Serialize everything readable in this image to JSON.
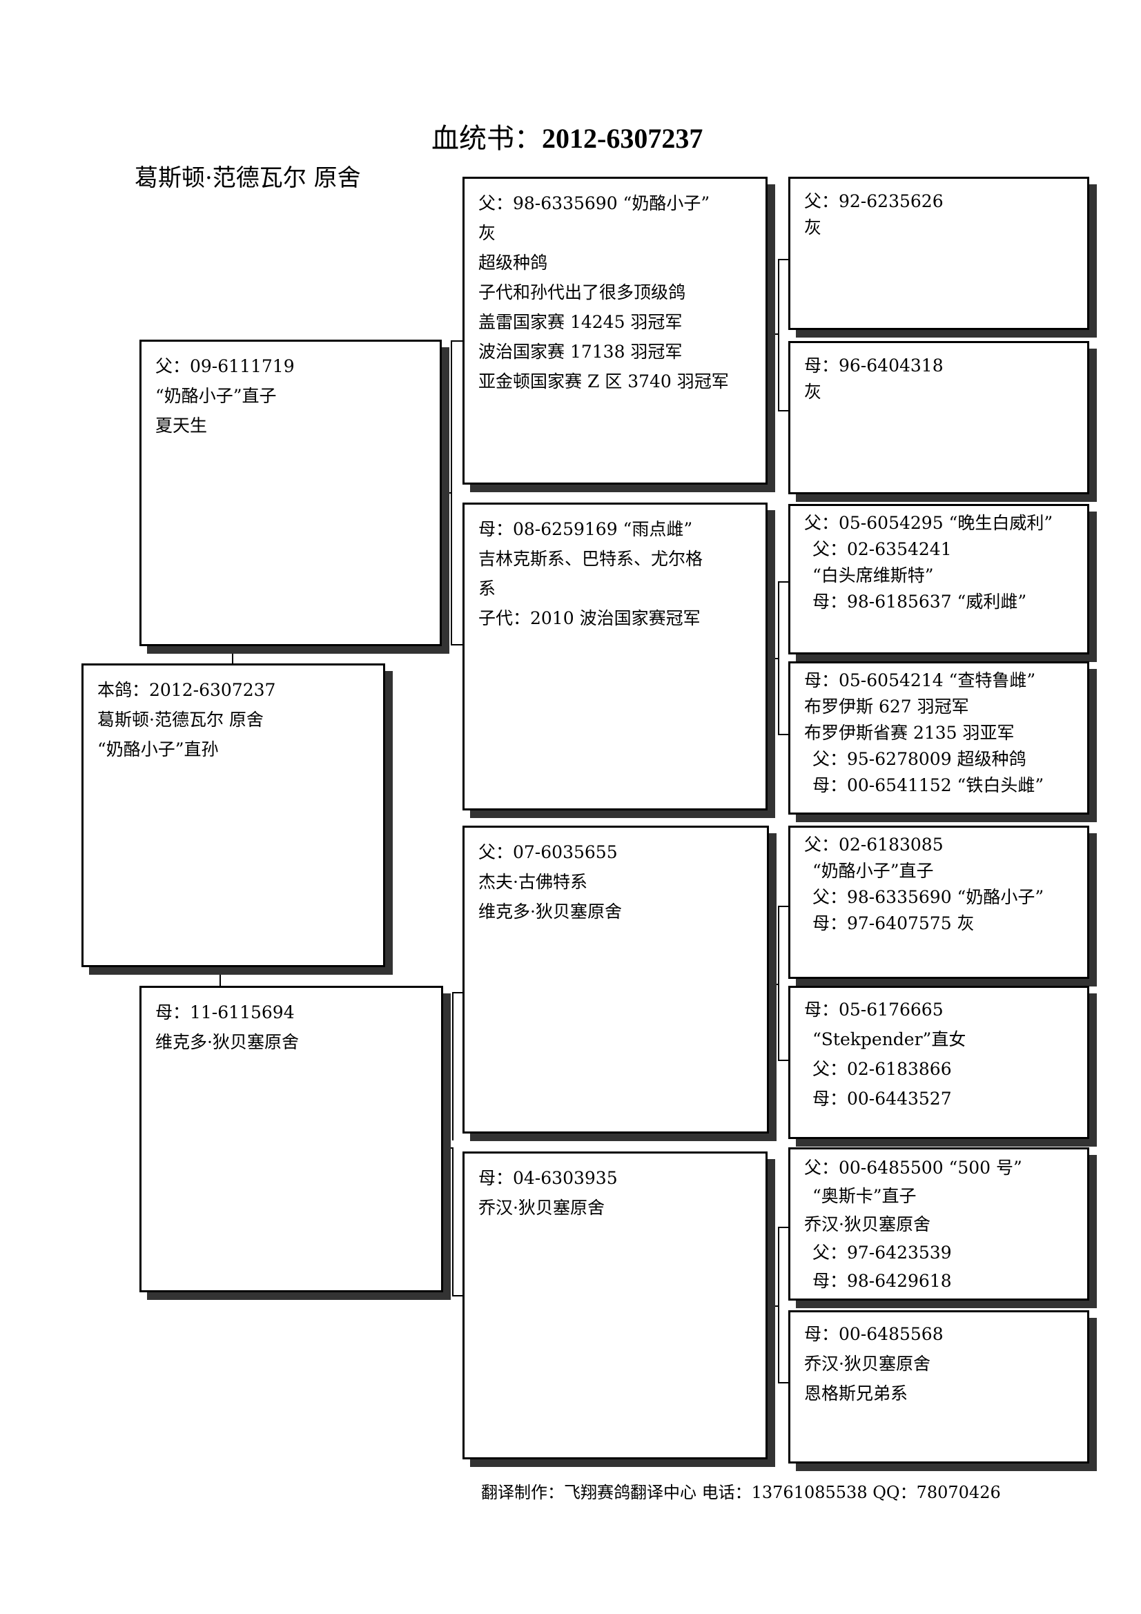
{
  "header": {
    "title_prefix": "血统书：",
    "title_number": "2012-6307237",
    "loft_name": "葛斯顿·范德瓦尔 原舍"
  },
  "subject": {
    "lines": [
      "本鸽：2012-6307237",
      "葛斯顿·范德瓦尔  原舍",
      "“奶酪小子”直孙"
    ]
  },
  "sire": {
    "lines": [
      "父：09-6111719",
      "“奶酪小子”直子",
      "夏天生"
    ]
  },
  "dam": {
    "lines": [
      "母：11-6115694",
      "维克多·狄贝塞原舍"
    ]
  },
  "sire_sire": {
    "lines": [
      "父：98-6335690    “奶酪小子”",
      "灰",
      "超级种鸽",
      "子代和孙代出了很多顶级鸽",
      "盖雷国家赛 14245 羽冠军",
      "波治国家赛 17138 羽冠军",
      "亚金顿国家赛 Z 区 3740 羽冠军"
    ]
  },
  "sire_dam": {
    "lines": [
      "母：08-6259169    “雨点雌”",
      "吉林克斯系、巴特系、尤尔格",
      "系",
      "子代：2010 波治国家赛冠军"
    ]
  },
  "dam_sire": {
    "lines": [
      "父：07-6035655",
      "杰夫·古佛特系",
      "维克多·狄贝塞原舍"
    ]
  },
  "dam_dam": {
    "lines": [
      "母：04-6303935",
      "乔汉·狄贝塞原舍"
    ]
  },
  "gg": [
    {
      "lines": [
        "父：92-6235626",
        "灰"
      ]
    },
    {
      "lines": [
        "母：96-6404318",
        "灰"
      ]
    },
    {
      "lines": [
        "父：05-6054295 “晚生白威利”",
        " 父：02-6354241",
        "“白头席维斯特”",
        " 母：98-6185637    “威利雌”"
      ]
    },
    {
      "lines": [
        "母：05-6054214    “查特鲁雌”",
        "布罗伊斯 627 羽冠军",
        "布罗伊斯省赛 2135 羽亚军",
        " 父：95-6278009   超级种鸽",
        " 母：00-6541152    “铁白头雌”"
      ]
    },
    {
      "lines": [
        "父：02-6183085",
        "“奶酪小子”直子",
        " 父：98-6335690    “奶酪小子”",
        " 母：97-6407575    灰"
      ]
    },
    {
      "lines": [
        "母：05-6176665",
        "“Stekpender”直女",
        " 父：02-6183866",
        " 母：00-6443527"
      ]
    },
    {
      "lines": [
        "父：00-6485500    “500 号”",
        "“奥斯卡”直子",
        "乔汉·狄贝塞原舍",
        " 父：97-6423539",
        " 母：98-6429618"
      ]
    },
    {
      "lines": [
        "母：00-6485568",
        "乔汉·狄贝塞原舍",
        "恩格斯兄弟系"
      ]
    }
  ],
  "footer": {
    "text": "翻译制作：飞翔赛鸽翻译中心    电话：13761085538    QQ：78070426"
  },
  "colors": {
    "border": "#000000",
    "shadow": "#333333",
    "background": "#ffffff"
  }
}
